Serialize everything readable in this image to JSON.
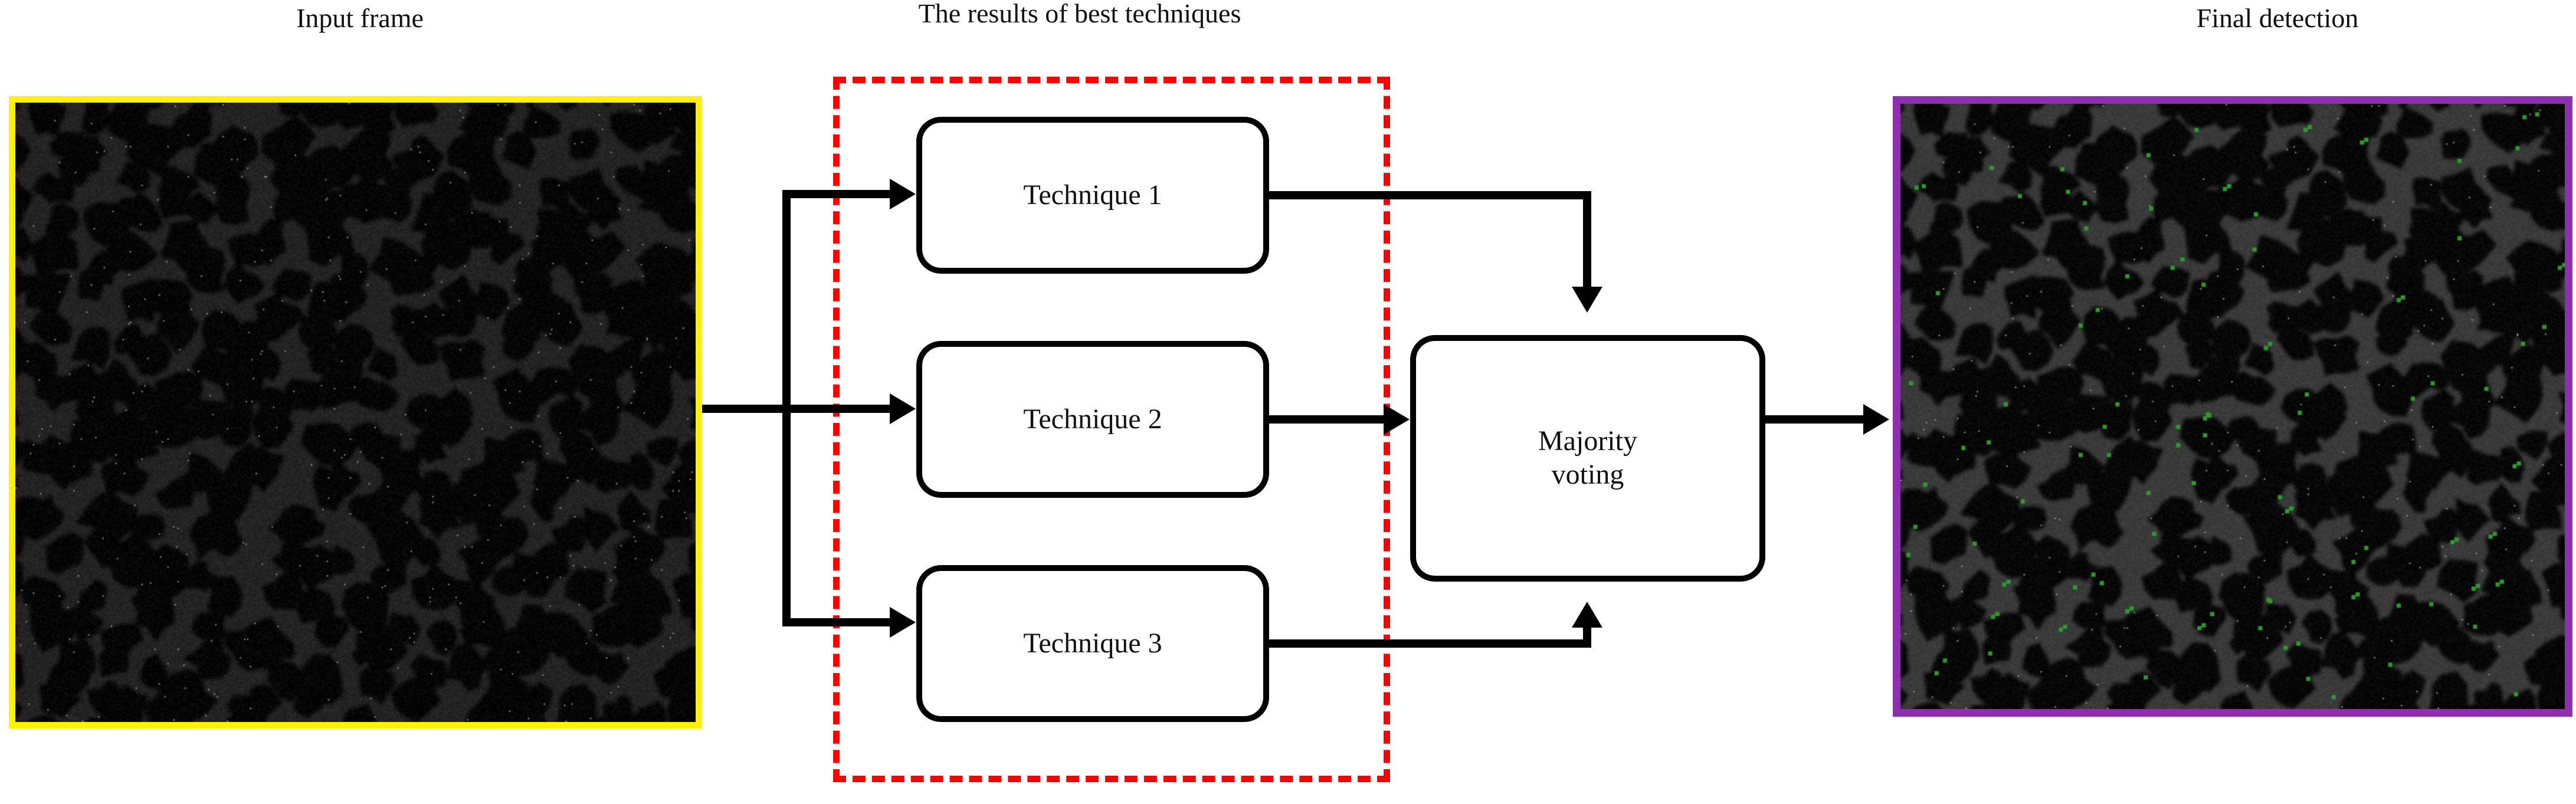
{
  "figure": {
    "title_left": "Input frame",
    "title_middle": "The results of best techniques",
    "title_right": "Final detection"
  },
  "panels": {
    "input": {
      "label": "Input frame",
      "border_color": "#FFF200",
      "image_description": "grayscale microscopy frame of dark cell blobs"
    },
    "final": {
      "label": "Final detection",
      "border_color": "#8E2FB0",
      "detection_marker_color": "#2E9A2E",
      "image_description": "grayscale microscopy frame with green detection markers"
    }
  },
  "flow": {
    "group_label": "The results of best techniques",
    "group_border_color": "#FF0000",
    "nodes": [
      {
        "id": "technique-1",
        "label": "Technique 1"
      },
      {
        "id": "technique-2",
        "label": "Technique 2"
      },
      {
        "id": "technique-3",
        "label": "Technique 3"
      },
      {
        "id": "majority-voting",
        "label_line1": "Majority",
        "label_line2": "voting"
      }
    ]
  }
}
